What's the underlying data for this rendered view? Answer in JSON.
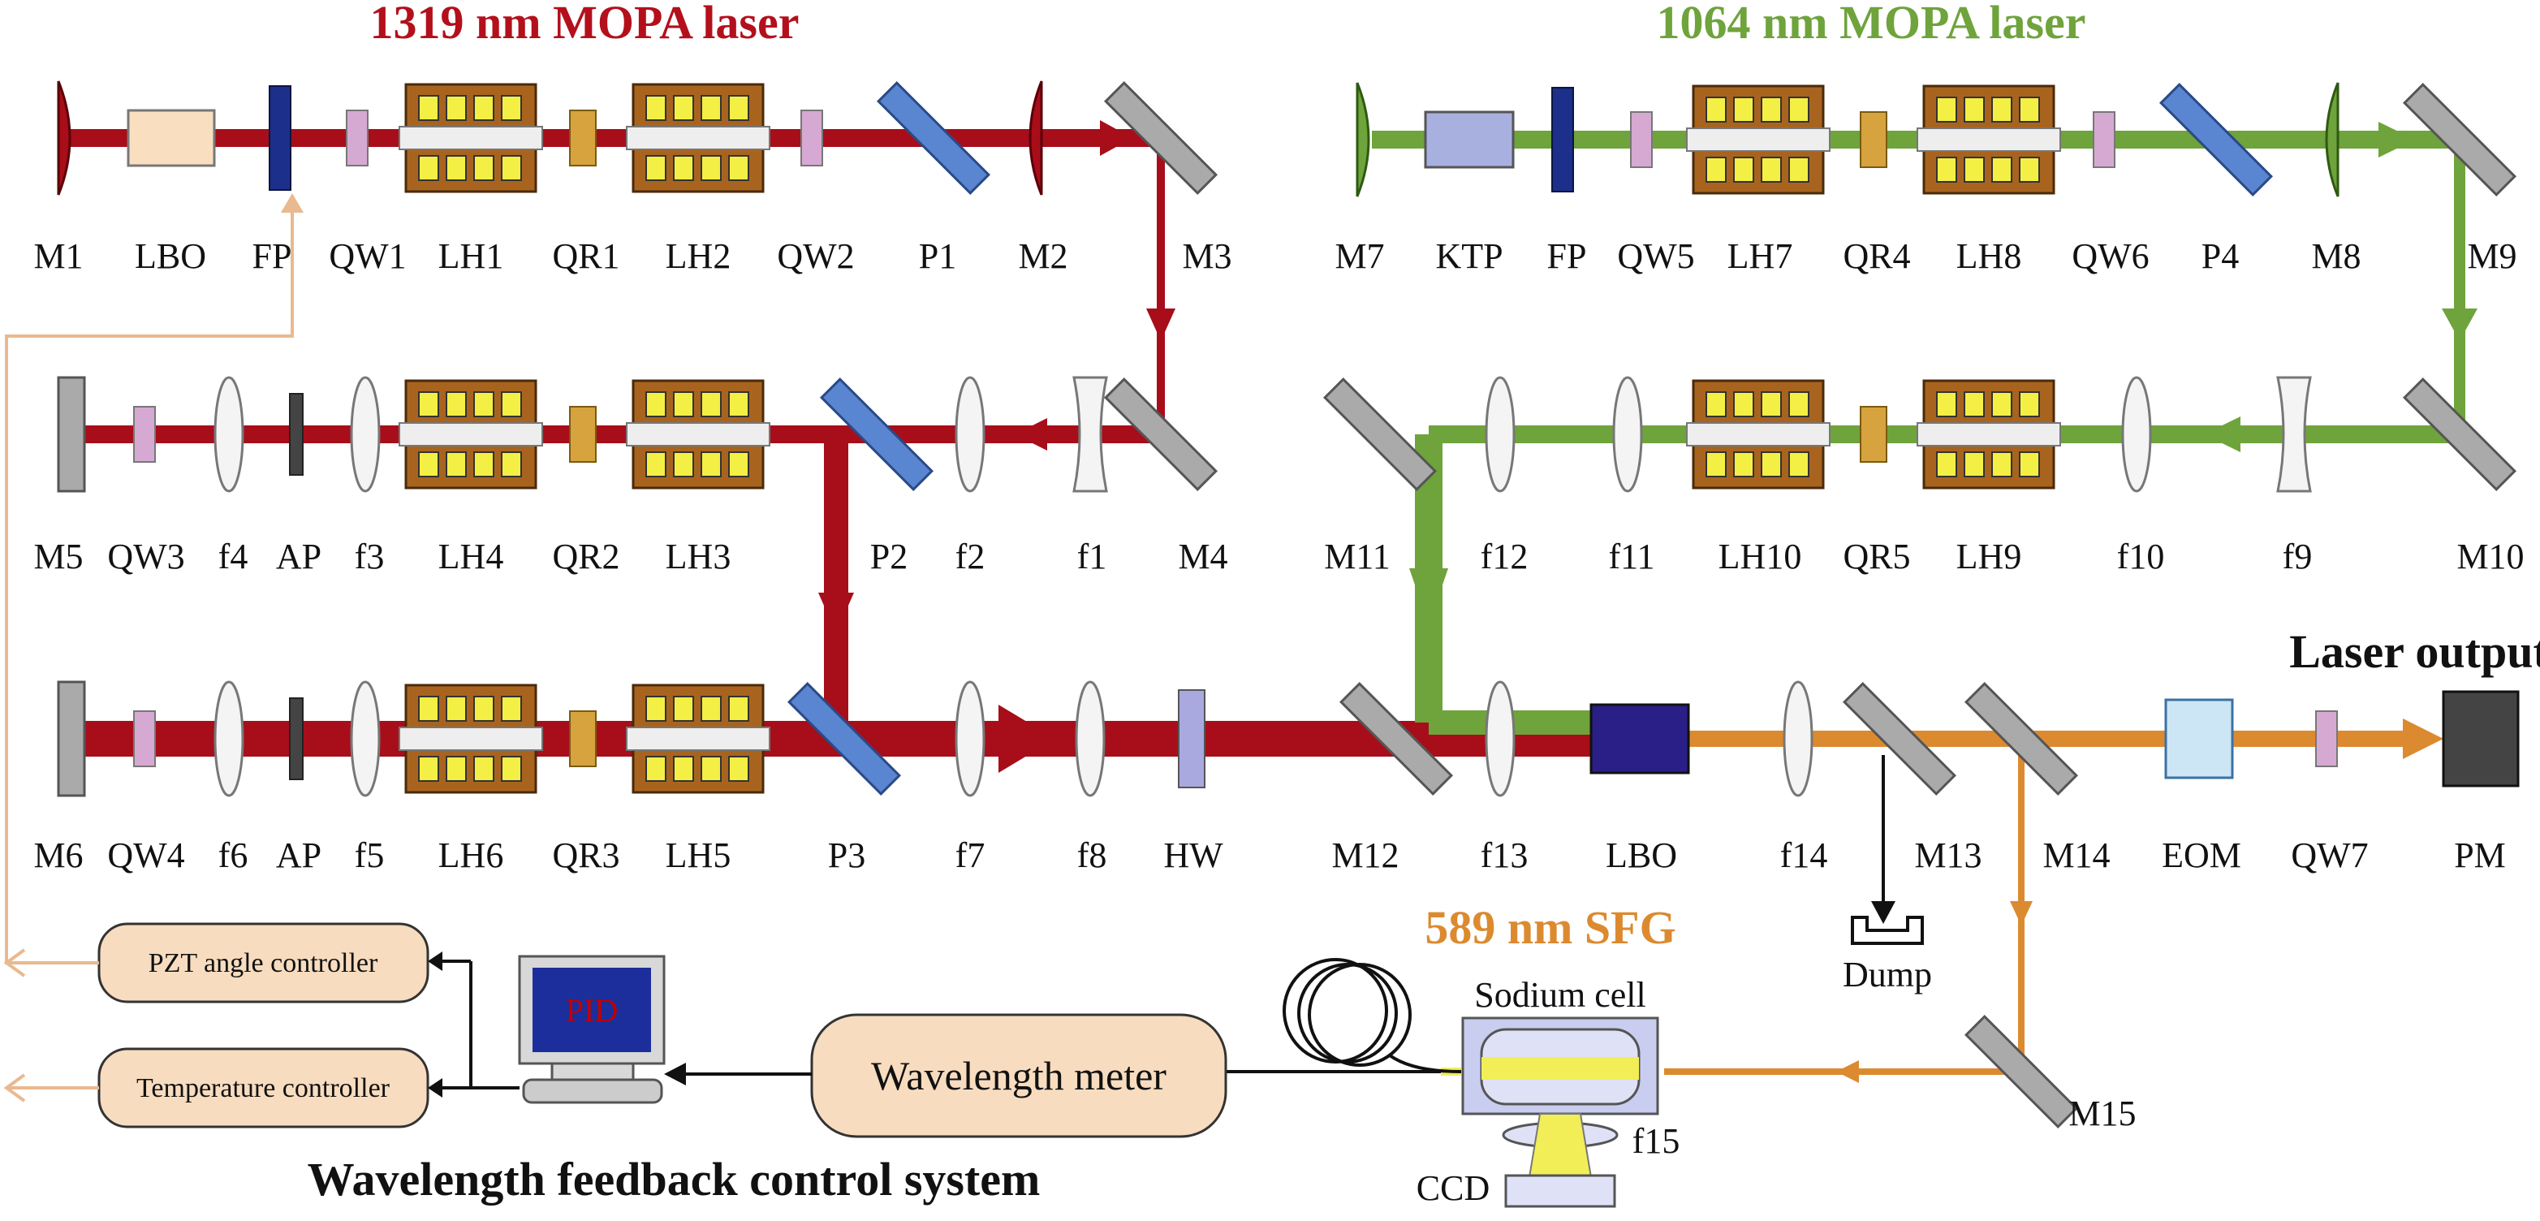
{
  "titles": {
    "laser_1319": "1319 nm MOPA laser",
    "laser_1064": "1064 nm MOPA laser",
    "sfg": "589 nm SFG",
    "output": "Laser output",
    "feedback": "Wavelength feedback control system"
  },
  "colors": {
    "red_beam": "#a70e1a",
    "green_beam": "#6fa33c",
    "orange_beam": "#dc8a30",
    "feedback_line": "#e9b98f",
    "red_title": "#b3101c",
    "green_title": "#6fa33c",
    "orange_title": "#dc8a30"
  },
  "row1": [
    "M1",
    "LBO",
    "FP",
    "QW1",
    "LH1",
    "QR1",
    "LH2",
    "QW2",
    "P1",
    "M2",
    "M3"
  ],
  "row2": [
    "M5",
    "QW3",
    "f4",
    "AP",
    "f3",
    "LH4",
    "QR2",
    "LH3",
    "P2",
    "f2",
    "f1",
    "M4"
  ],
  "row3": [
    "M6",
    "QW4",
    "f6",
    "AP",
    "f5",
    "LH6",
    "QR3",
    "LH5",
    "P3",
    "f7",
    "f8",
    "HW",
    "M12",
    "f13",
    "LBO",
    "f14",
    "M13",
    "M14",
    "EOM",
    "QW7",
    "PM"
  ],
  "row1_green": [
    "M7",
    "KTP",
    "FP",
    "QW5",
    "LH7",
    "QR4",
    "LH8",
    "QW6",
    "P4",
    "M8",
    "M9"
  ],
  "row2_green": [
    "M11",
    "f12",
    "f11",
    "LH10",
    "QR5",
    "LH9",
    "f10",
    "f9",
    "M10"
  ],
  "bottom": {
    "dump": "Dump",
    "sodium_cell": "Sodium cell",
    "f15": "f15",
    "ccd": "CCD",
    "m15": "M15",
    "wavelength_meter": "Wavelength meter",
    "pid": "PID",
    "pzt_controller": "PZT angle controller",
    "temp_controller": "Temperature controller"
  }
}
